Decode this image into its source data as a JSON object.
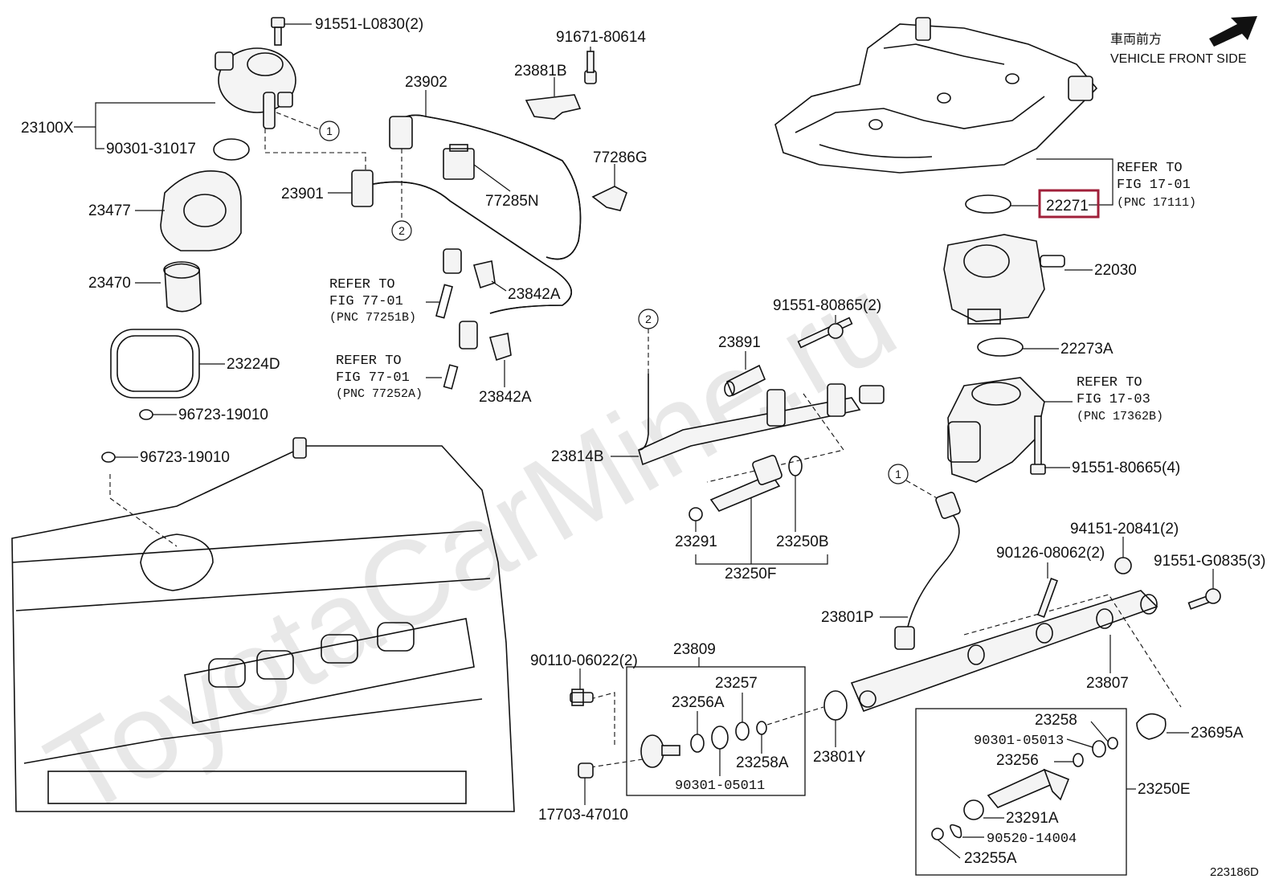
{
  "watermark": "ToyotaCarMine.ru",
  "direction": {
    "jp": "車両前方",
    "en": "VEHICLE FRONT SIDE"
  },
  "figure_id": "223186D",
  "labels": {
    "p91551_L0830": "91551-L0830(2)",
    "p23100X": "23100X",
    "p90301_31017": "90301-31017",
    "p23477": "23477",
    "p23470": "23470",
    "p23224D": "23224D",
    "p96723_19010_a": "96723-19010",
    "p96723_19010_b": "96723-19010",
    "p91671_80614": "91671-80614",
    "p23902": "23902",
    "p23881B": "23881B",
    "p23901": "23901",
    "p77286G": "77286G",
    "p77285N": "77285N",
    "p23842A_a": "23842A",
    "p23842A_b": "23842A",
    "ref77_1_a": "REFER TO",
    "ref77_2_a": "FIG 77-01",
    "ref77_3_a": "(PNC 77251B)",
    "ref77_1_b": "REFER TO",
    "ref77_2_b": "FIG 77-01",
    "ref77_3_b": "(PNC 77252A)",
    "ref17a_1": "REFER TO",
    "ref17a_2": "FIG 17-01",
    "ref17a_3": "(PNC 17111)",
    "p22271": "22271",
    "p22030": "22030",
    "p22273A": "22273A",
    "ref17b_1": "REFER TO",
    "ref17b_2": "FIG 17-03",
    "ref17b_3": "(PNC 17362B)",
    "p91551_80665": "91551-80665(4)",
    "p91551_80865": "91551-80865(2)",
    "p23891": "23891",
    "p23814B": "23814B",
    "p23291": "23291",
    "p23250B": "23250B",
    "p23250F": "23250F",
    "p94151_20841": "94151-20841(2)",
    "p90126_08062": "90126-08062(2)",
    "p91551_G0835": "91551-G0835(3)",
    "p23801P": "23801P",
    "p23807": "23807",
    "p23695A": "23695A",
    "p90110_06022": "90110-06022(2)",
    "p23809": "23809",
    "p23257": "23257",
    "p23256A": "23256A",
    "p23258A": "23258A",
    "p90301_05011": "90301-05011",
    "p17703_47010": "17703-47010",
    "p23801Y": "23801Y",
    "p23258": "23258",
    "p90301_05013": "90301-05013",
    "p23256": "23256",
    "p23250E": "23250E",
    "p23291A": "23291A",
    "p90520_14004": "90520-14004",
    "p23255A": "23255A"
  },
  "ref_markers": {
    "one": "1",
    "two": "2"
  },
  "colors": {
    "highlight": "#a0203a",
    "line": "#111111",
    "watermark": "#e8e8e8"
  }
}
